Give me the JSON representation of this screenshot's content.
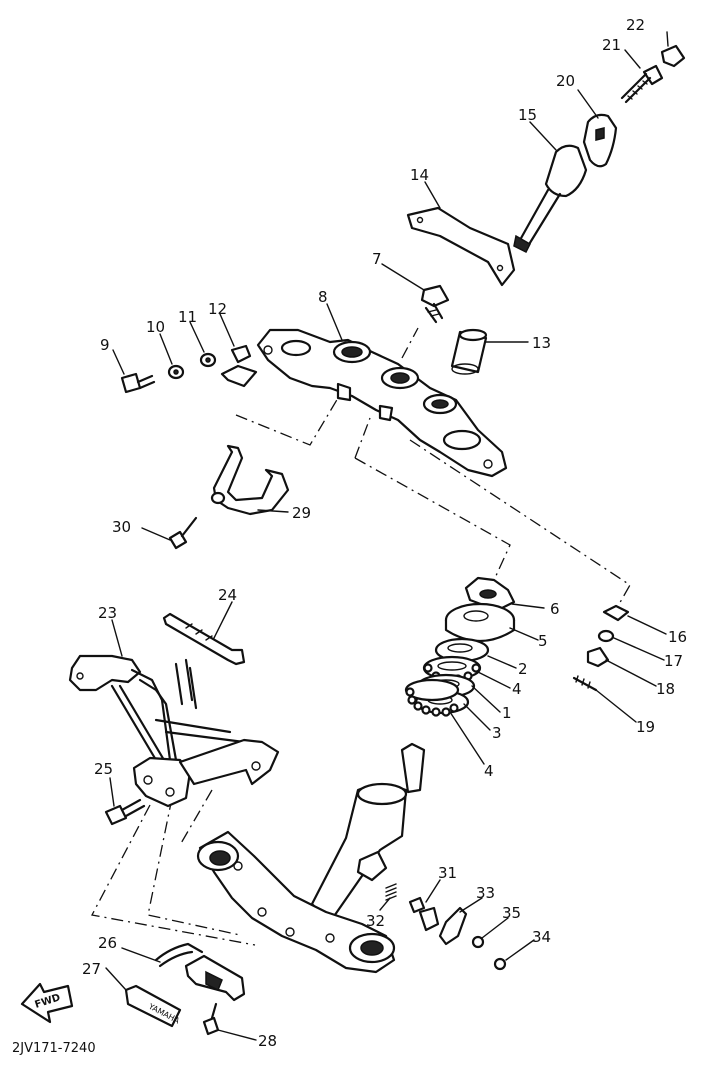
{
  "diagram_code": "2JV171-7240",
  "fwd_label": "FWD",
  "part_labels": {
    "p1": "1",
    "p2": "2",
    "p3": "3",
    "p4a": "4",
    "p4b": "4",
    "p5": "5",
    "p6": "6",
    "p7": "7",
    "p8": "8",
    "p9": "9",
    "p10": "10",
    "p11": "11",
    "p12": "12",
    "p13": "13",
    "p14": "14",
    "p15": "15",
    "p16": "16",
    "p17": "17",
    "p18": "18",
    "p19": "19",
    "p20": "20",
    "p21": "21",
    "p22": "22",
    "p23": "23",
    "p24": "24",
    "p25": "25",
    "p26": "26",
    "p27": "27",
    "p28": "28",
    "p29": "29",
    "p30": "30",
    "p31": "31",
    "p32": "32",
    "p33": "33",
    "p34": "34",
    "p35": "35"
  }
}
